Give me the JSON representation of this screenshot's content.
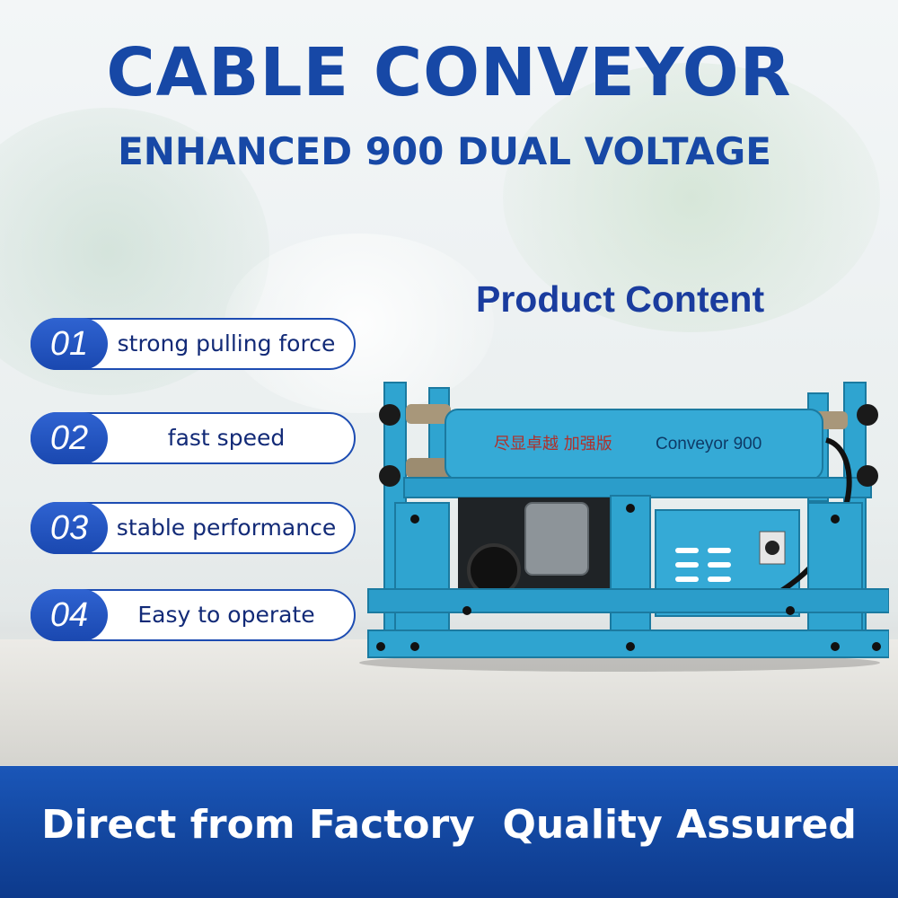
{
  "header": {
    "title": "CABLE CONVEYOR",
    "subtitle": "ENHANCED 900 DUAL VOLTAGE"
  },
  "product_content_heading": "Product Content",
  "features": [
    {
      "num": "01",
      "label": "strong pulling force"
    },
    {
      "num": "02",
      "label": "fast speed"
    },
    {
      "num": "03",
      "label": "stable performance"
    },
    {
      "num": "04",
      "label": "Easy to operate"
    }
  ],
  "machine": {
    "label_cn": "尽显卓越 加强版",
    "label_en": "Conveyor 900"
  },
  "banner": {
    "text": "Direct from Factory  Quality Assured"
  },
  "colors": {
    "brand_blue": "#1748a6",
    "machine_cyan": "#2fa4d0",
    "banner_blue": "#1449a3"
  }
}
